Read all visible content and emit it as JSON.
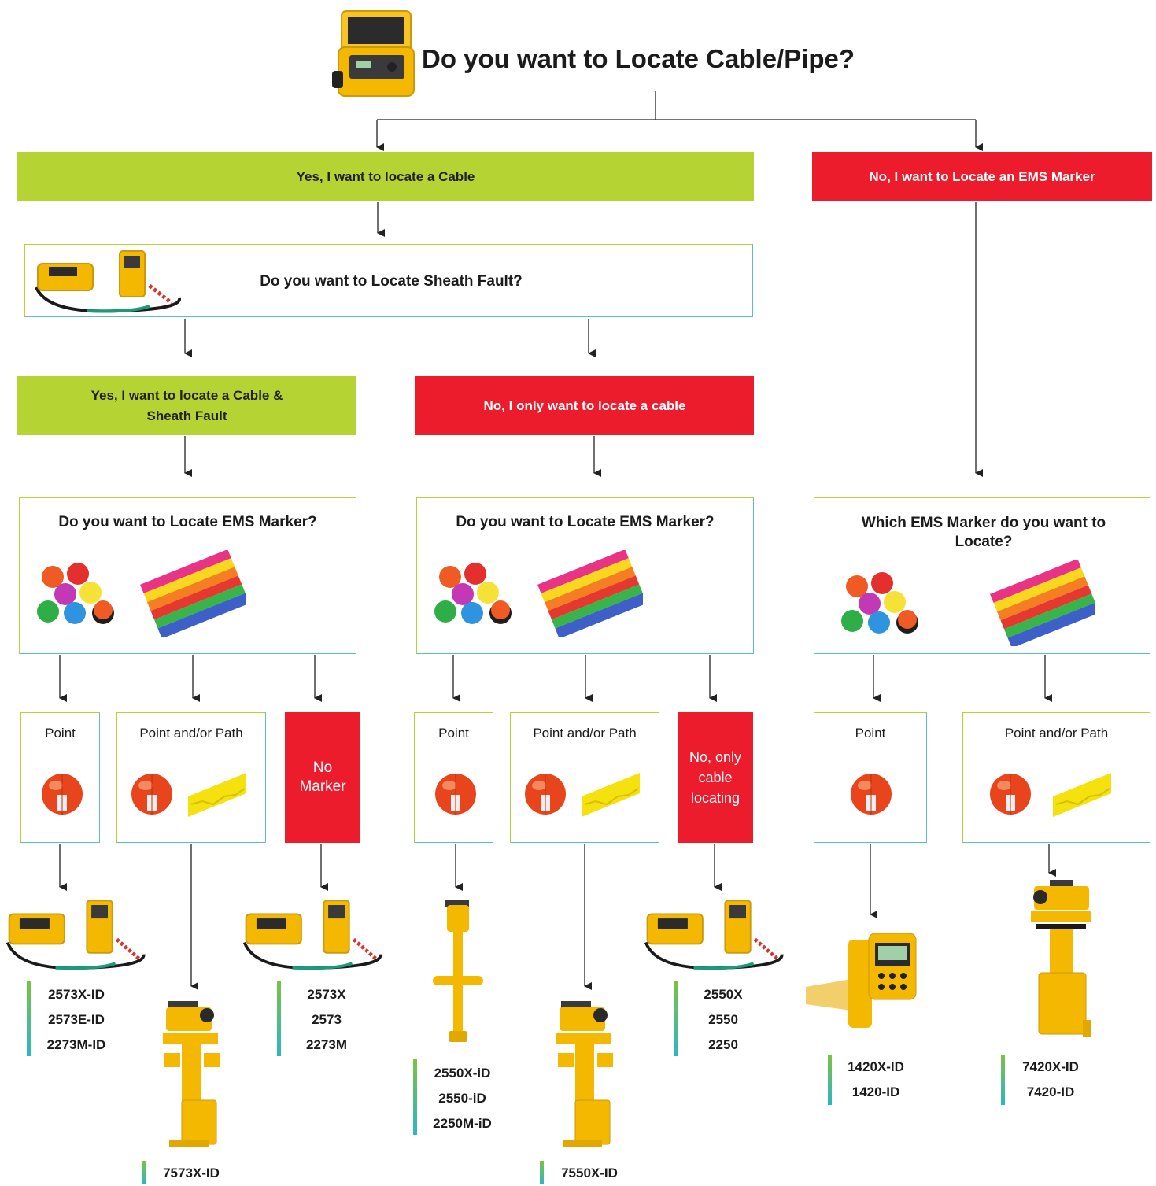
{
  "title": "Do you want to Locate Cable/Pipe?",
  "colors": {
    "green": "#b6d334",
    "red": "#ec1c2d",
    "yellow": "#f7c325",
    "teal": "#2bb7c3"
  },
  "branches": {
    "yes_cable": "Yes, I want to locate a Cable",
    "no_ems": "No, I want to Locate an EMS Marker"
  },
  "sheath_question": "Do you want to Locate Sheath Fault?",
  "sheath_answers": {
    "yes": "Yes, I want to locate a Cable & Sheath Fault",
    "no": "No, I only want to locate a cable"
  },
  "ems_questions": {
    "left": "Do you want to Locate EMS Marker?",
    "middle": "Do you want to Locate EMS Marker?",
    "right": "Which EMS Marker do you want to Locate?"
  },
  "options": {
    "a_point": "Point",
    "a_path": "Point and/or Path",
    "a_none": "No Marker",
    "b_point": "Point",
    "b_path": "Point and/or Path",
    "b_none": "No, only cable locating",
    "c_point": "Point",
    "c_path": "Point and/or Path"
  },
  "models": {
    "m1": [
      "2573X-ID",
      "2573E-ID",
      "2273M-ID"
    ],
    "m2": [
      "7573X-ID"
    ],
    "m3": [
      "2573X",
      "2573",
      "2273M"
    ],
    "m4": [
      "2550X-iD",
      "2550-iD",
      "2250M-iD"
    ],
    "m5": [
      "7550X-ID"
    ],
    "m6": [
      "2550X",
      "2550",
      "2250"
    ],
    "m7": [
      "1420X-ID",
      "1420-ID"
    ],
    "m8": [
      "7420X-ID",
      "7420-ID"
    ]
  }
}
